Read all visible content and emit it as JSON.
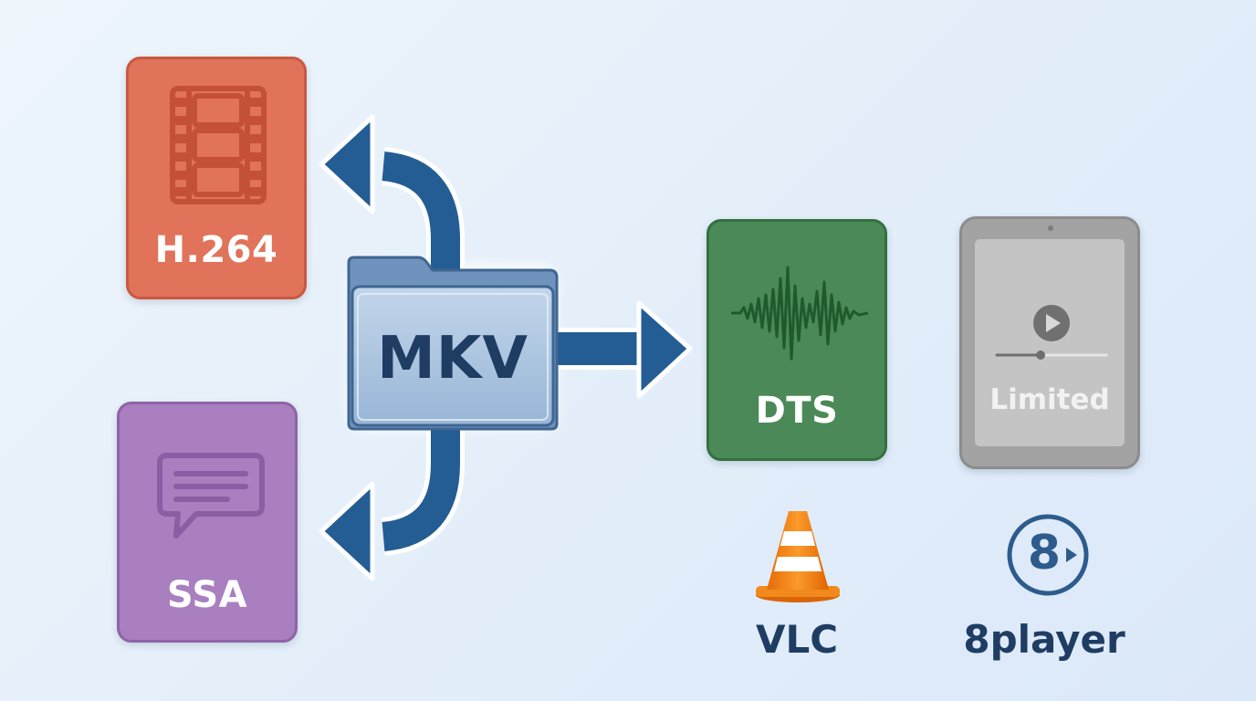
{
  "nodes": {
    "h264": {
      "label": "H.264",
      "icon": "film-strip-icon",
      "color": "#e0735a"
    },
    "ssa": {
      "label": "SSA",
      "icon": "chat-bubble-icon",
      "color": "#a97fbf"
    },
    "mkv": {
      "label": "MKV",
      "icon": "folder-icon",
      "color": "#a9c3dd"
    },
    "dts": {
      "label": "DTS",
      "icon": "waveform-icon",
      "color": "#4b8a58"
    },
    "tablet": {
      "label": "Limited",
      "icon": "play-icon",
      "color": "#a3a3a3"
    }
  },
  "apps": {
    "vlc": {
      "label": "VLC",
      "icon": "traffic-cone-icon",
      "color": "#f28c1e"
    },
    "eightplayer": {
      "label": "8player",
      "badge": "8",
      "icon": "8player-logo-icon",
      "color": "#2d5b8c"
    }
  },
  "arrow_color": "#235d93"
}
